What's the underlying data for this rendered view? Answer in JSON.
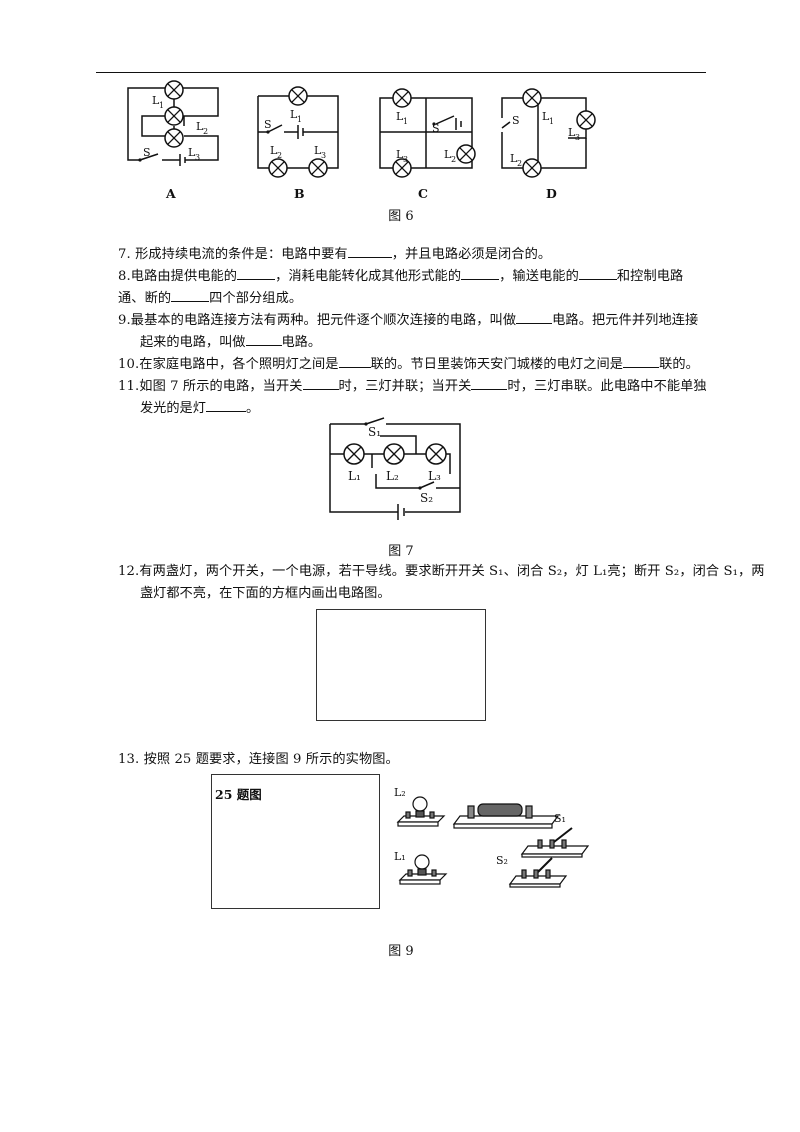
{
  "figure6": {
    "caption": "图 6",
    "panels": [
      "A",
      "B",
      "C",
      "D"
    ],
    "labels": {
      "L1": "L",
      "L2": "L",
      "L3": "L",
      "S": "S"
    }
  },
  "questions": {
    "q7": {
      "num": "7.",
      "text_a": "形成持续电流的条件是：电路中要有",
      "text_b": "，并且电路必须是闭合的。"
    },
    "q8": {
      "num": "8.",
      "text_a": "电路由提供电能的",
      "text_b": "，消耗电能转化成其他形式能的",
      "text_c": "，输送电能的",
      "text_d": "和控制电路",
      "line2_a": "通、断的",
      "line2_b": "四个部分组成。"
    },
    "q9": {
      "num": "9.",
      "text_a": "最基本的电路连接方法有两种。把元件逐个顺次连接的电路，叫做",
      "text_b": "电路。把元件并列地连接",
      "line2_a": "起来的电路，叫做",
      "line2_b": "电路。"
    },
    "q10": {
      "num": "10.",
      "text_a": "在家庭电路中，各个照明灯之间是",
      "text_b": "联的。节日里装饰天安门城楼的电灯之间是",
      "text_c": "联的。"
    },
    "q11": {
      "num": "11.",
      "text_a": "如图 7 所示的电路，当开关",
      "text_b": "时，三灯并联；当开关",
      "text_c": "时，三灯串联。此电路中不能单独",
      "line2_a": "发光的是灯",
      "line2_b": "。"
    },
    "q12": {
      "num": "12.",
      "line1": "有两盏灯，两个开关，一个电源，若干导线。要求断开开关 S₁、闭合 S₂，灯 L₁亮；断开 S₂，闭合 S₁，两",
      "line2": "盏灯都不亮，在下面的方框内画出电路图。"
    },
    "q13": {
      "num": "13.",
      "text": "按照 25 题要求，连接图 9 所示的实物图。"
    }
  },
  "figure7": {
    "caption": "图 7",
    "labels": {
      "S1": "S₁",
      "S2": "S₂",
      "L1": "L₁",
      "L2": "L₂",
      "L3": "L₃"
    }
  },
  "figure9": {
    "caption": "图 9",
    "box_label": "25 题图",
    "labels": {
      "L2": "L₂",
      "L1": "L₁",
      "S1": "S₁",
      "S2": "S₂"
    }
  }
}
